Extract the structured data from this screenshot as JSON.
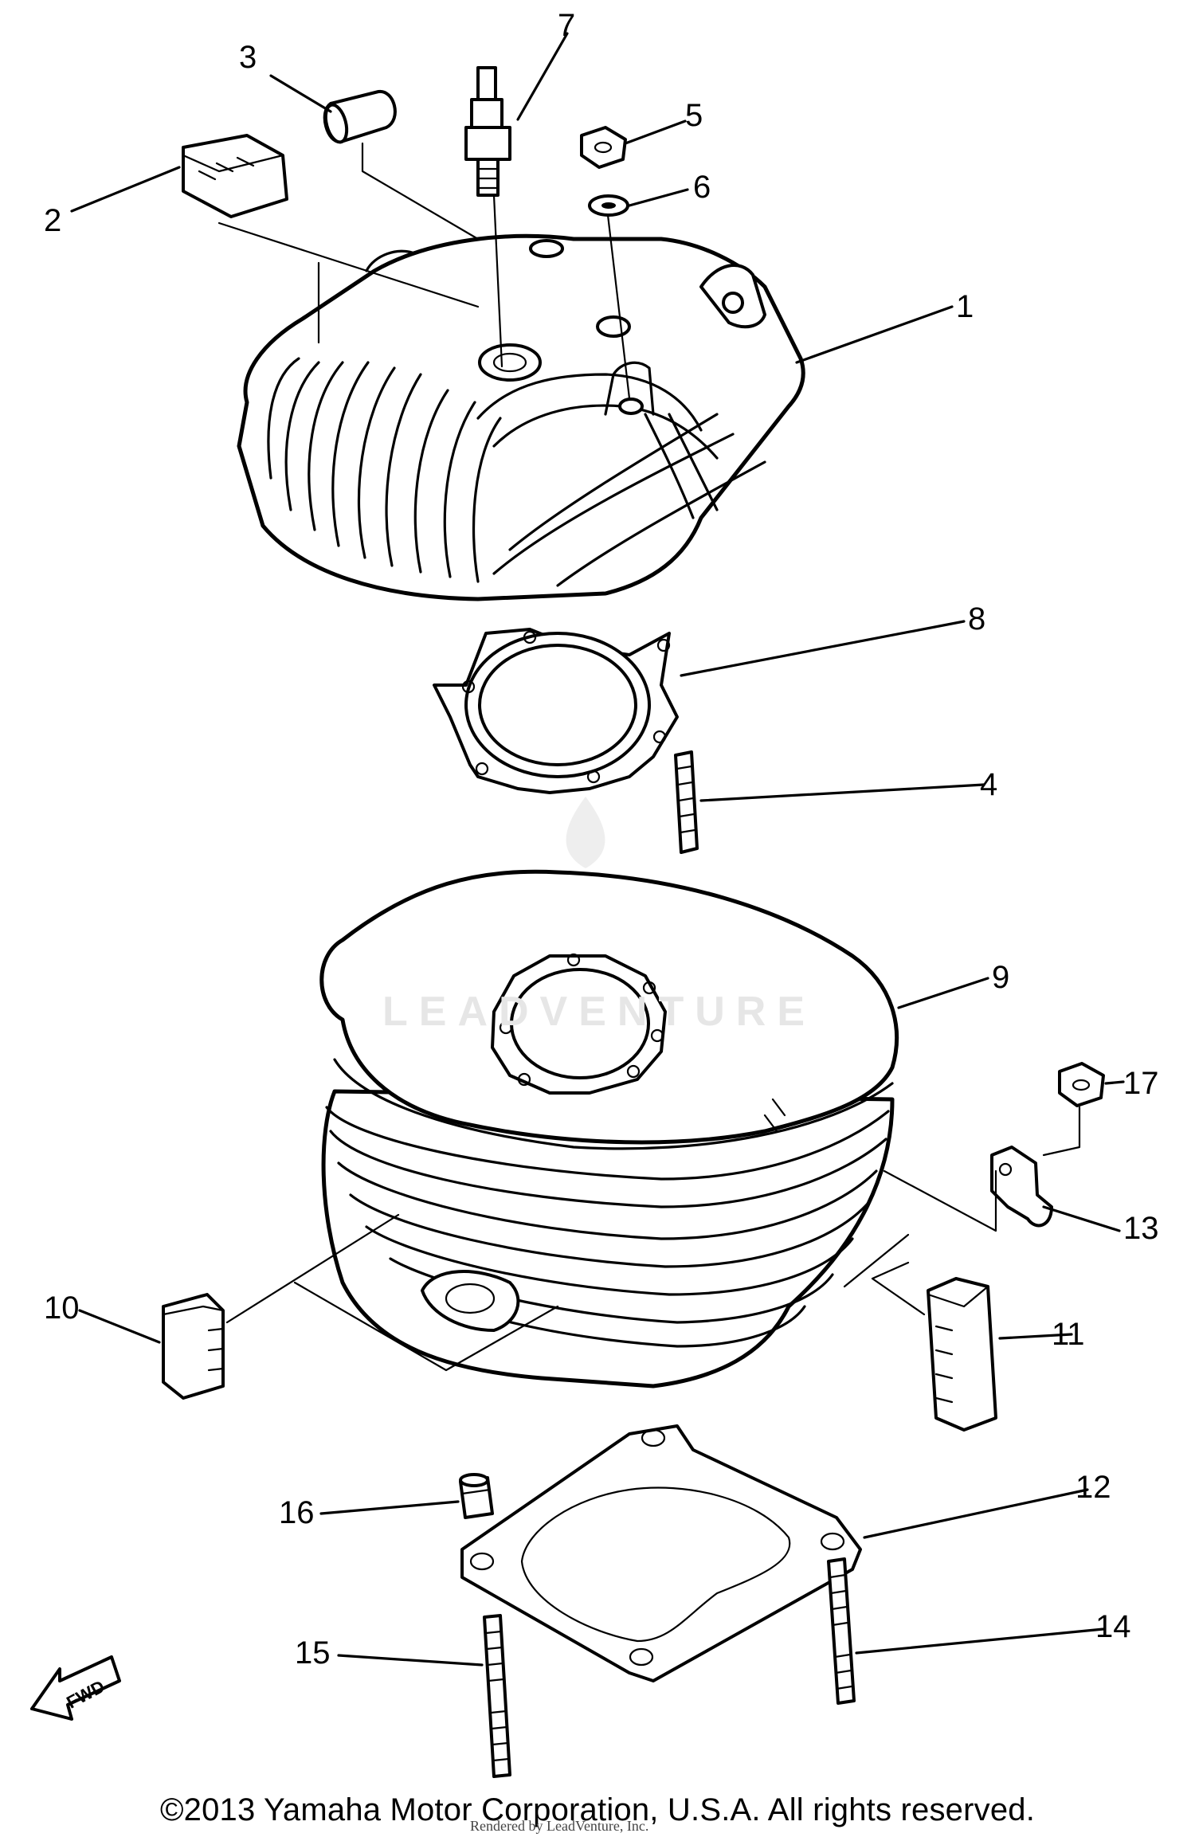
{
  "diagram": {
    "callouts": [
      {
        "id": "1",
        "label": "1"
      },
      {
        "id": "2",
        "label": "2"
      },
      {
        "id": "3",
        "label": "3"
      },
      {
        "id": "4",
        "label": "4"
      },
      {
        "id": "5",
        "label": "5"
      },
      {
        "id": "6",
        "label": "6"
      },
      {
        "id": "7",
        "label": "7"
      },
      {
        "id": "8",
        "label": "8"
      },
      {
        "id": "9",
        "label": "9"
      },
      {
        "id": "10",
        "label": "10"
      },
      {
        "id": "11",
        "label": "11"
      },
      {
        "id": "12",
        "label": "12"
      },
      {
        "id": "13",
        "label": "13"
      },
      {
        "id": "14",
        "label": "14"
      },
      {
        "id": "15",
        "label": "15"
      },
      {
        "id": "16",
        "label": "16"
      },
      {
        "id": "17",
        "label": "17"
      }
    ],
    "fwd_label": "FWD"
  },
  "watermark": {
    "text": "LEADVENTURE",
    "icon": "leadventure-logo-icon"
  },
  "footer": {
    "copyright": "©2013 Yamaha Motor Corporation, U.S.A. All rights reserved.",
    "rendered_by": "Rendered by LeadVenture, Inc."
  },
  "colors": {
    "line": "#000000",
    "background": "#ffffff",
    "watermark": "#e6e6e6"
  }
}
